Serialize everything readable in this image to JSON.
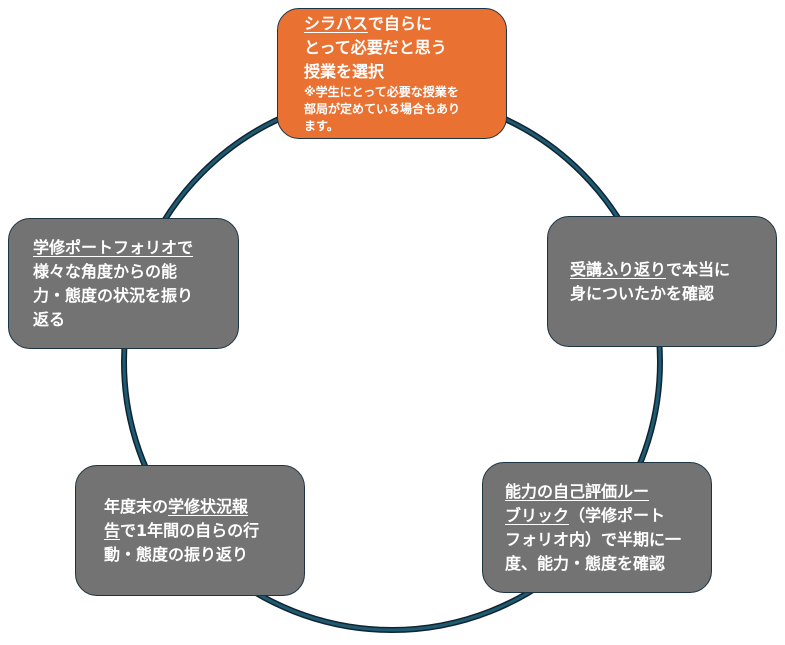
{
  "colors": {
    "ring": "#1f4e63",
    "orange": "#e97132",
    "gray": "#737373"
  },
  "steps": {
    "syllabus": {
      "u": "シラバス",
      "l1": "で自らに",
      "l2": "とって必要だと思う",
      "l3": "授業を選択",
      "n1": "※学生にとって必要な授業を",
      "n2": "部局が定めている場合もあり",
      "n3": "ます。"
    },
    "reflection": {
      "u": "受講ふり返り",
      "l1": "で本当に",
      "l2": "身についたかを確認"
    },
    "rubric": {
      "u1": "能力の自己評価ルー",
      "u2": "ブリック",
      "l2": "（学修ポート",
      "l3": "フォリオ内）で半期に一",
      "l4": "度、能力・態度を確認"
    },
    "report": {
      "l1a": "年度末の",
      "u1": "学修状況報",
      "u2": "告",
      "l2": "で1年間の自らの行",
      "l3": "動・態度の振り返り"
    },
    "portfolio": {
      "u": "学修ポートフォリオで",
      "l2": "様々な角度からの能",
      "l3": "力・態度の状況を振り",
      "l4": "返る"
    }
  }
}
